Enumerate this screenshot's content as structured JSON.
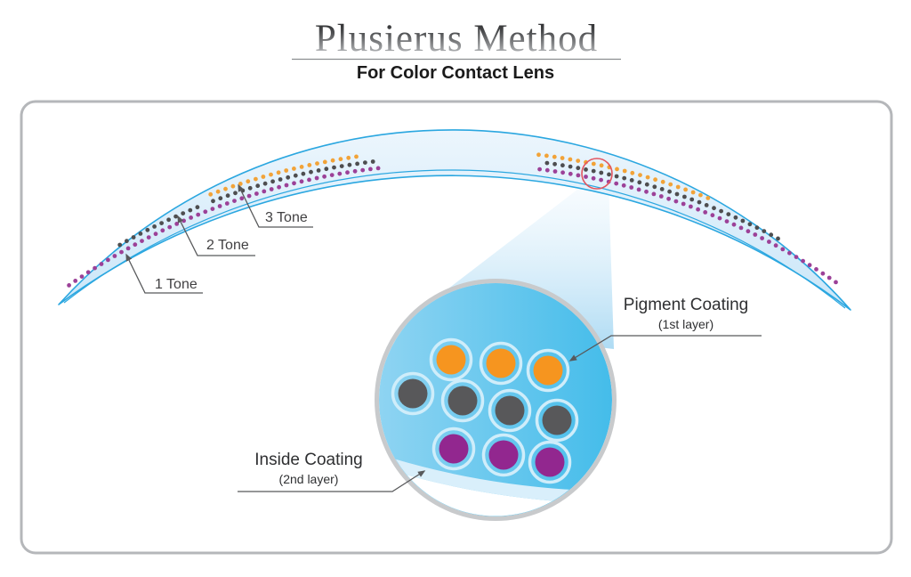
{
  "header": {
    "title": "Plusierus Method",
    "subtitle": "For Color Contact Lens"
  },
  "lens": {
    "tones": [
      {
        "label": "1 Tone",
        "dot_color": "#9C4198"
      },
      {
        "label": "2 Tone",
        "dot_color": "#4E4E50"
      },
      {
        "label": "3 Tone",
        "dot_color": "#F2A338"
      }
    ]
  },
  "magnifier": {
    "pigment_label": {
      "title": "Pigment Coating",
      "subtitle": "(1st layer)"
    },
    "inside_label": {
      "title": "Inside Coating",
      "subtitle": "(2nd layer)"
    },
    "dot_rows": [
      {
        "name": "pigment-row-orange",
        "color": "#F6951F",
        "count": 3
      },
      {
        "name": "pigment-row-gray",
        "color": "#58585A",
        "count": 4
      },
      {
        "name": "pigment-row-purple",
        "color": "#92278F",
        "count": 3
      }
    ]
  },
  "colors": {
    "title_top": "#0F0F10",
    "title_mid": "#4A4B4D",
    "title_silver": "#BDBFC1",
    "rule": "#8C8E90",
    "frame": "#B5B7BA",
    "lens_stroke": "#2BA7E0",
    "lens_fill_top": "#EDF6FD",
    "lens_fill_bottom": "#C9E6F8",
    "beam_top": "#E3F2FC",
    "beam_bottom": "#A5D7F2",
    "circle_ring": "#C8CACC",
    "circle_fill_left": "#8FD4F2",
    "circle_fill_right": "#43BCEA",
    "inside_strip": "#D9EFFB",
    "dot_halo": "#CFEDFA",
    "red_circle": "#E2555F",
    "leader": "#58595B"
  }
}
